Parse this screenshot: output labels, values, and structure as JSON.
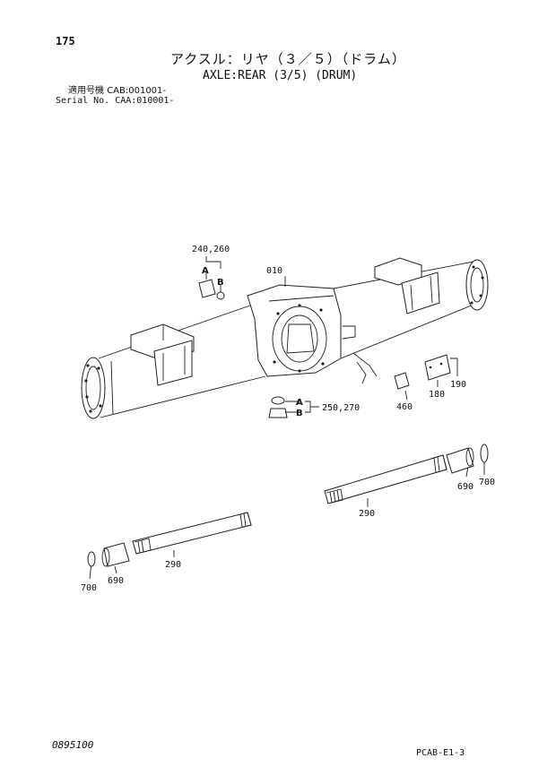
{
  "header": {
    "page_number": "175",
    "title_jp": "アクスル：リヤ（３／５）（ドラム）",
    "title_en": "AXLE:REAR (3/5) (DRUM)",
    "serial_line_1": "適用号機 CAB:001001-",
    "serial_line_2": "Serial No. CAA:010001-"
  },
  "callouts": {
    "c240_260": "240,260",
    "a_top": "A",
    "b_top": "B",
    "c010": "010",
    "a_bottom": "A",
    "b_bottom": "B",
    "c250_270": "250,270",
    "c460": "460",
    "c180": "180",
    "c190": "190",
    "c690_right": "690",
    "c700_right": "700",
    "c290_right": "290",
    "c290_left": "290",
    "c700_left": "700",
    "c690_left": "690"
  },
  "footer": {
    "doc_code": "0895100",
    "page_code": "PCAB-E1-3"
  }
}
